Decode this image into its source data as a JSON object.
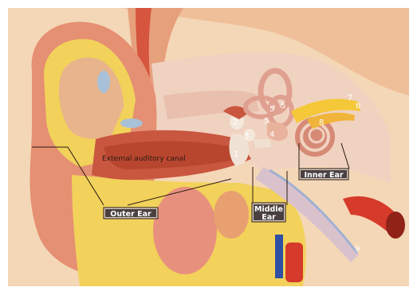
{
  "diagram": {
    "canal_label": "External auditory canal",
    "region_labels": {
      "outer_ear": "Outer Ear",
      "middle_ear_line1": "Middle",
      "middle_ear_line2": "Ear",
      "inner_ear": "Inner Ear"
    },
    "numbers": {
      "n1": "1",
      "n2": "2",
      "n3": "3",
      "n4": "4",
      "n5a": "5",
      "n5b": "5",
      "n5c": "5",
      "n6": "6",
      "n7": "7",
      "n8": "8",
      "n9": "9"
    }
  },
  "colors": {
    "background": "#f4d7b6",
    "skin": "#f0b48e",
    "auricle": "#e58f73",
    "canal": "#c9563f",
    "fat": "#f2d25a",
    "bone": "#f0d2c0",
    "artery": "#d63a2a",
    "vein": "#2f4fa2",
    "nerve": "#f5c83a",
    "cochlea": "#d68a76",
    "label_bg": "#d6c8bd"
  }
}
